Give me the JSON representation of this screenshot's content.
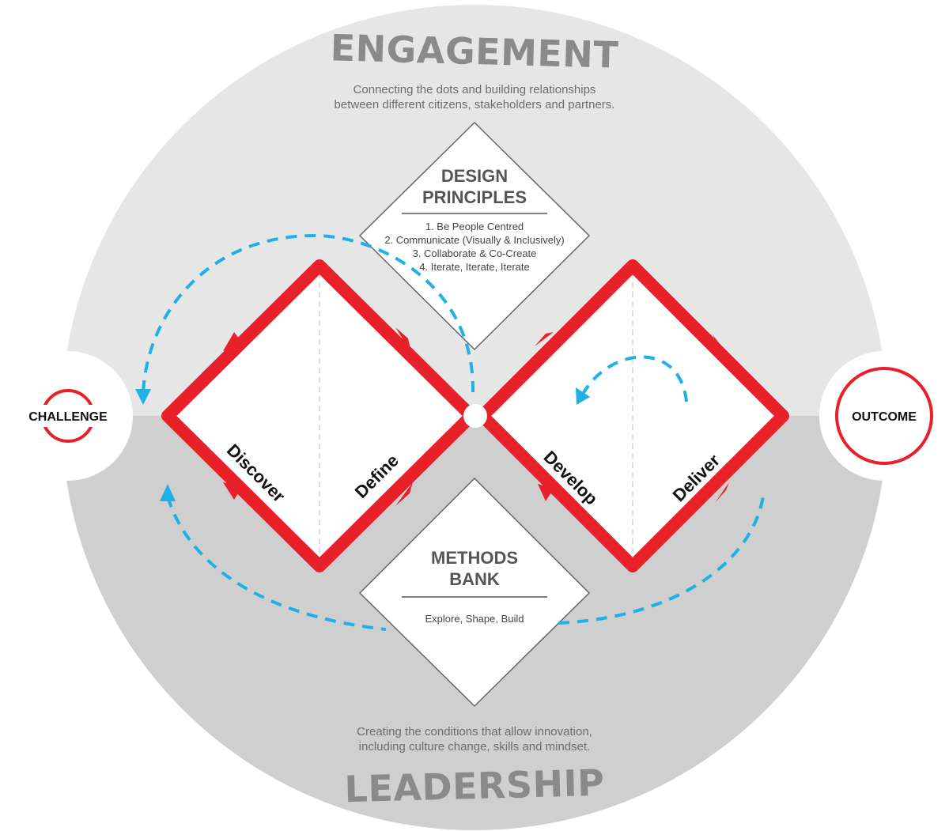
{
  "engagement": {
    "title": "ENGAGEMENT",
    "line1": "Connecting the dots and building relationships",
    "line2": "between different citizens, stakeholders and partners."
  },
  "leadership": {
    "title": "LEADERSHIP",
    "line1": "Creating the conditions that allow innovation,",
    "line2": "including culture change, skills and mindset."
  },
  "design_principles": {
    "title_line1": "DESIGN",
    "title_line2": "PRINCIPLES",
    "items": [
      "1. Be People Centred",
      "2. Communicate (Visually & Inclusively)",
      "3. Collaborate & Co-Create",
      "4. Iterate, Iterate, Iterate"
    ]
  },
  "methods_bank": {
    "title_line1": "METHODS",
    "title_line2": "BANK",
    "text": "Explore, Shape, Build"
  },
  "phases": {
    "discover": "Discover",
    "define": "Define",
    "develop": "Develop",
    "deliver": "Deliver"
  },
  "challenge_label": "CHALLENGE",
  "outcome_label": "OUTCOME",
  "colors": {
    "accent_red": "#e8202a",
    "loop_blue": "#1fb0e6",
    "engagement_grey": "#e6e6e6",
    "leadership_grey": "#cfcfd0"
  }
}
